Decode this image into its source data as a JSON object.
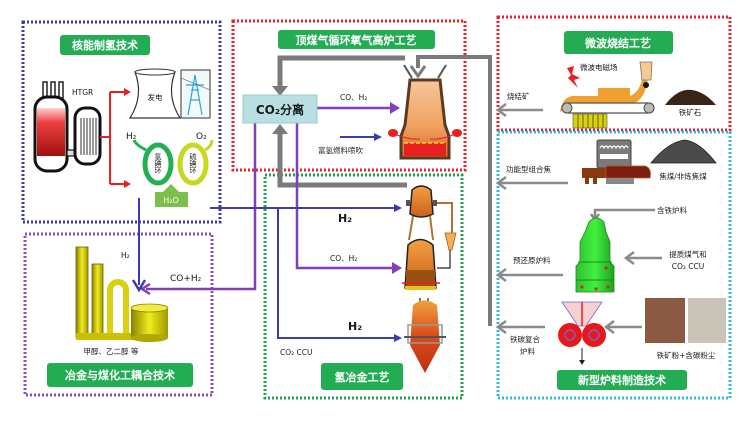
{
  "diagram": {
    "sections": {
      "nuclear": {
        "title": "核能制氢技术",
        "reactor_label": "HTGR",
        "power_label": "发电",
        "h2_label": "H₂",
        "o2_label": "O₂",
        "ring_left": "氢碘环",
        "ring_right": "硫碘环",
        "h2o_label": "H₂O"
      },
      "blast_furnace": {
        "title": "顶煤气循环氧气高炉工艺",
        "co2_separation": "CO₂分离",
        "co_h2_label": "CO、H₂",
        "injection_label": "富氢燃料喷吹"
      },
      "microwave": {
        "title": "微波烧结工艺",
        "em_field_label": "微波电磁场",
        "sinter_label": "烧结矿",
        "iron_ore_label": "铁矿石"
      },
      "burden": {
        "title": "新型炉料制造技术",
        "coke_label": "功能型组合焦",
        "coal_label": "焦煤/非炼焦煤",
        "iron_burden_label": "含铁炉料",
        "prereduced_label": "预还原炉料",
        "gas_label_line1": "提质煤气和",
        "gas_label_line2": "CO₂ CCU",
        "composite_line1": "铁碳复合",
        "composite_line2": "炉料",
        "powder_label": "铁矿粉+含碳粉尘"
      },
      "hydrogen": {
        "title": "氢冶金工艺",
        "h2_top_label": "H₂",
        "co_h2_label": "CO、H₂",
        "h2_bottom_label": "H₂",
        "co2_ccu_label": "CO₂ CCU"
      },
      "coal_chem": {
        "title": "冶金与煤化工耦合技术",
        "h2_label": "H₂",
        "co_h2_label": "CO+H₂",
        "products_label": "甲醇、乙二醇 等"
      }
    },
    "colors": {
      "badge_green": "#22ad55",
      "frame_nuclear": "#3a3aa0",
      "frame_red": "#e8202a",
      "frame_green": "#20a050",
      "frame_cyan": "#30b8e8",
      "frame_purple": "#8a4cc0",
      "flow_gray": "#7a7a7a",
      "flow_purple": "#8040b8",
      "flow_blue": "#3c3cb0",
      "flow_red": "#e82020"
    }
  }
}
